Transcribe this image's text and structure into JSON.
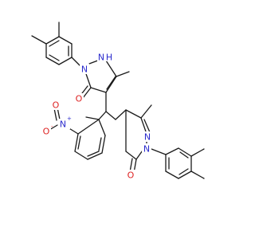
{
  "colors": {
    "bond": "#1a1a1a",
    "nitrogen": "#2a2acc",
    "oxygen": "#dd2222",
    "hydrogen_on_n": "#2a2acc"
  },
  "atom_labels": {
    "pyrazolone_a_nh": "N",
    "pyrazolone_a_h": "H",
    "pyrazolone_a_n_aryl": "N",
    "pyrazolone_a_carbonyl_o": "O",
    "pyrazolone_b_n_ring": "N",
    "pyrazolone_b_n_aryl": "N",
    "pyrazolone_b_carbonyl_o": "O",
    "nitro_n": "N",
    "nitro_plus": "+",
    "nitro_o_minus": "O",
    "nitro_minus": "-",
    "nitro_o_double": "O"
  }
}
